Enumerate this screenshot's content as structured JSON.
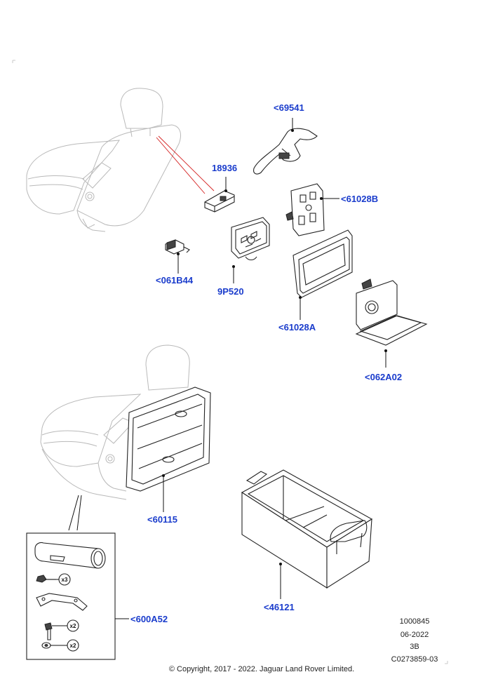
{
  "parts": [
    {
      "id": "69541",
      "label": "<69541"
    },
    {
      "id": "18936",
      "label": "18936"
    },
    {
      "id": "61028B",
      "label": "<61028B"
    },
    {
      "id": "061B44",
      "label": "<061B44"
    },
    {
      "id": "9P520",
      "label": "9P520"
    },
    {
      "id": "61028A",
      "label": "<61028A"
    },
    {
      "id": "062A02",
      "label": "<062A02"
    },
    {
      "id": "60115",
      "label": "<60115"
    },
    {
      "id": "46121",
      "label": "<46121"
    },
    {
      "id": "600A52",
      "label": "<600A52"
    }
  ],
  "quantities": {
    "q1": "x3",
    "q2": "x2",
    "q3": "x2"
  },
  "info": {
    "line1": "1000845",
    "line2": "06-2022",
    "line3": "3B",
    "line4": "C0273859-03"
  },
  "copyright": "© Copyright, 2017 - 2022. Jaguar Land Rover Limited.",
  "colors": {
    "label": "#1a3ccc",
    "seat_outline": "#b9b9b9",
    "callout_red": "#d42020"
  }
}
